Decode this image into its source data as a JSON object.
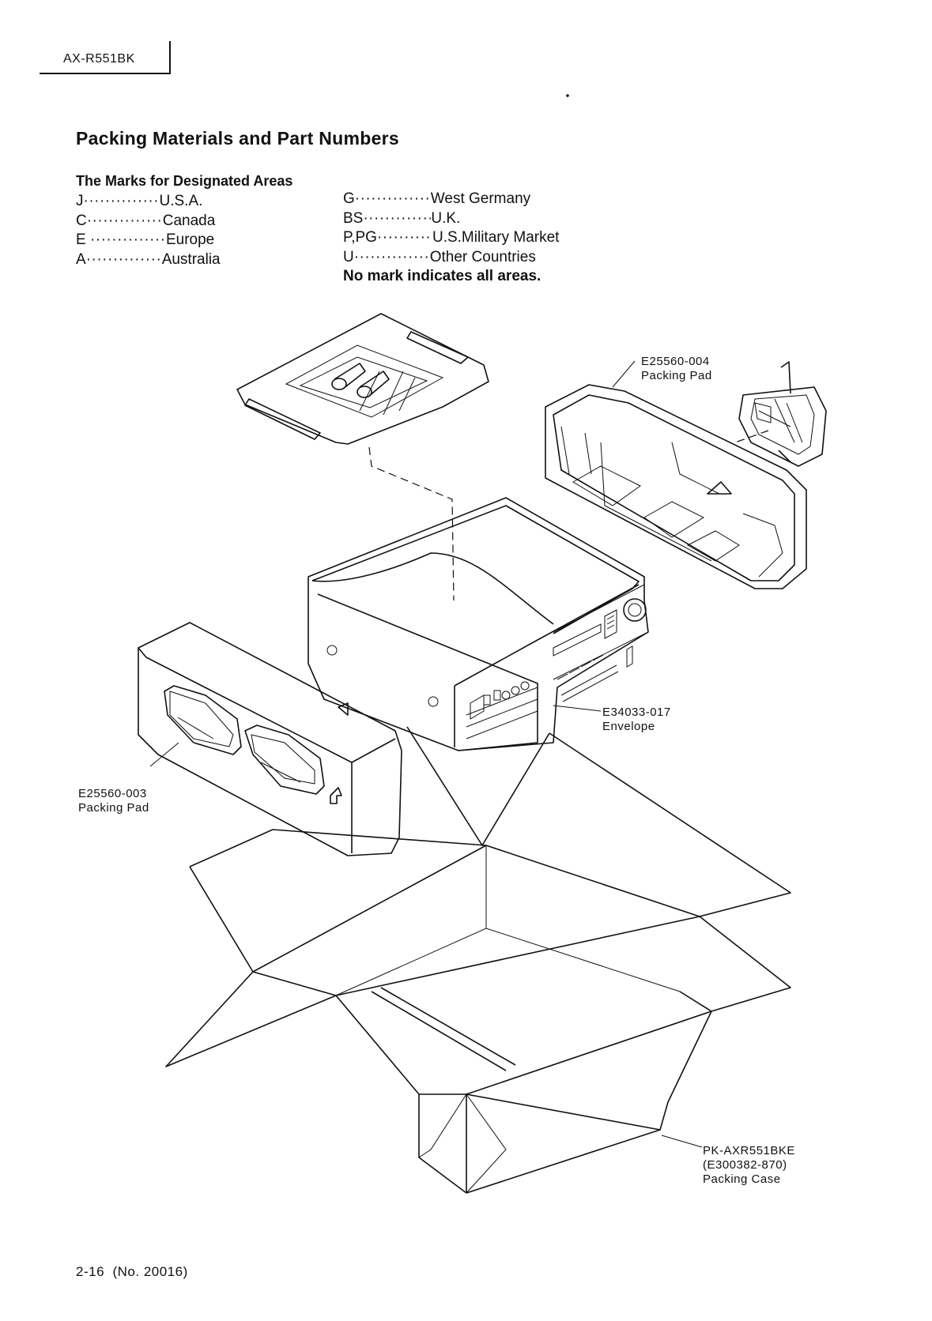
{
  "header": {
    "model": "AX-R551BK"
  },
  "title": "Packing Materials and Part Numbers",
  "marks": {
    "heading": "The Marks for Designated Areas",
    "left": [
      {
        "code": "J",
        "area": "U.S.A."
      },
      {
        "code": "C",
        "area": "Canada"
      },
      {
        "code": "E ",
        "area": "Europe"
      },
      {
        "code": "A",
        "area": "Australia"
      }
    ],
    "right": [
      {
        "code": "G",
        "area": "West Germany"
      },
      {
        "code": "BS",
        "area": "U.K."
      },
      {
        "code": "P,PG",
        "area": "U.S.Military Market"
      },
      {
        "code": "U",
        "area": "Other Countries"
      }
    ],
    "note": "No mark indicates all areas."
  },
  "parts": [
    {
      "part_no": "E25560-004",
      "name": "Packing Pad"
    },
    {
      "part_no": "E34033-017",
      "name": "Envelope"
    },
    {
      "part_no": "E25560-003",
      "name": "Packing Pad"
    },
    {
      "part_no": "PK-AXR551BKE",
      "sub_no": "(E300382-870)",
      "name": "Packing Case"
    }
  ],
  "footer": {
    "page": "2-16",
    "doc_no": "(No. 20016)"
  }
}
